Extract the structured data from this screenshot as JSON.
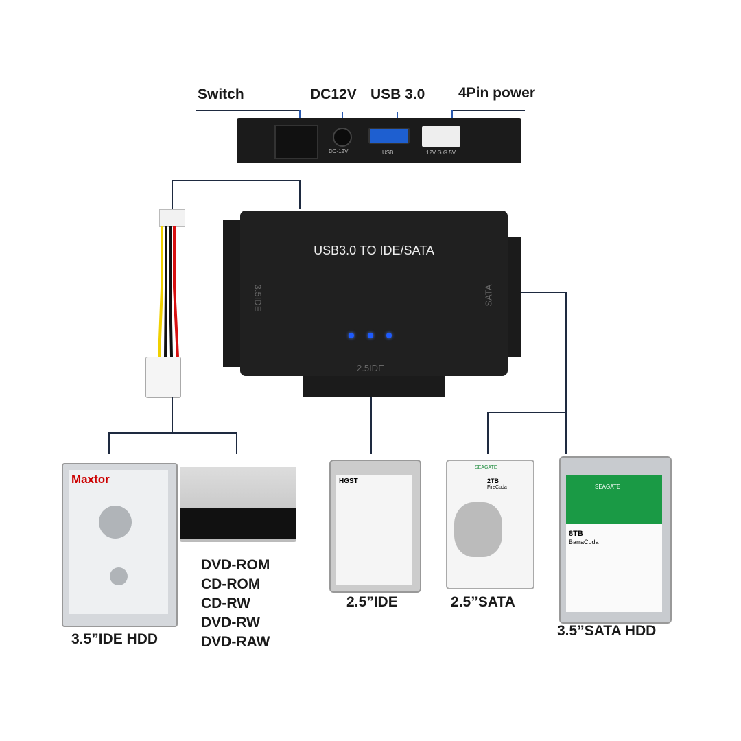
{
  "port_labels": {
    "switch": "Switch",
    "dc": "DC12V",
    "usb": "USB 3.0",
    "pin": "4Pin power"
  },
  "port_panel": {
    "dc_print": "DC-12V",
    "usb_print": "USB",
    "pin_print": "12V G G 5V"
  },
  "adapter": {
    "title": "USB3.0 TO IDE/SATA",
    "left_port": "3.5IDE",
    "right_port": "SATA",
    "bottom_port": "2.5IDE",
    "led_color": "#1e5bff",
    "led_count": 3
  },
  "drives": {
    "ide35": {
      "brand": "Maxtor",
      "label": "3.5”IDE HDD"
    },
    "optical": {
      "list": [
        "DVD-ROM",
        "CD-ROM",
        "CD-RW",
        "DVD-RW",
        "DVD-RAW"
      ]
    },
    "ide25": {
      "brand": "HGST",
      "label": "2.5”IDE"
    },
    "sata25": {
      "brand": "SEAGATE",
      "capacity": "2TB",
      "model": "FireCuda",
      "label": "2.5”SATA"
    },
    "sata35": {
      "brand": "SEAGATE",
      "capacity": "8TB",
      "model": "BarraCuda",
      "label": "3.5”SATA HDD"
    }
  }
}
